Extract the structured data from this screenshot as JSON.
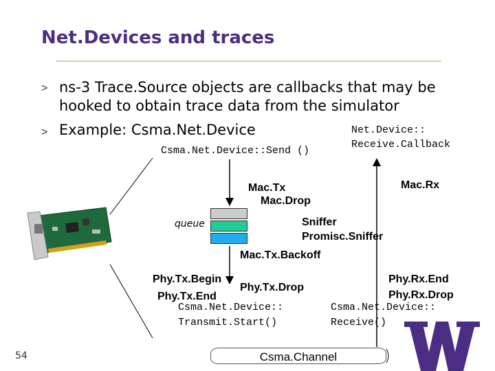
{
  "slide": {
    "title": "Net.Devices and traces",
    "page_number": "54",
    "bullet_marker": ">",
    "bullets": [
      {
        "line1": "ns-3 Trace.Source objects are callbacks that may be",
        "line2": "hooked to obtain trace data from the simulator"
      },
      {
        "line1": "Example:  Csma.Net.Device"
      }
    ]
  },
  "diagram": {
    "send_call": "Csma.Net.Device::Send ()",
    "receive_callback_line1": "Net.Device::",
    "receive_callback_line2": "Receive.Callback",
    "mac_tx": "Mac.Tx",
    "mac_drop": "Mac.Drop",
    "mac_rx": "Mac.Rx",
    "queue_label": "queue",
    "sniffer": "Sniffer",
    "promisc_sniffer": "Promisc.Sniffer",
    "mac_tx_backoff": "Mac.Tx.Backoff",
    "phy_tx_begin": "Phy.Tx.Begin",
    "phy_tx_drop": "Phy.Tx.Drop",
    "phy_tx_end": "Phy.Tx.End",
    "transmit_start_line1": "Csma.Net.Device::",
    "transmit_start_line2": "Transmit.Start()",
    "phy_rx_end": "Phy.Rx.End",
    "phy_rx_drop": "Phy.Rx.Drop",
    "receive_line1": "Csma.Net.Device::",
    "receive_line2": "Receive()",
    "channel": "Csma.Channel",
    "queue_colors": [
      "#cccccc",
      "#22cc99",
      "#22aaee"
    ]
  },
  "images": {
    "nic_card": "network-card-image",
    "logo": "university-w-logo",
    "logo_color": "#4b2e83"
  }
}
